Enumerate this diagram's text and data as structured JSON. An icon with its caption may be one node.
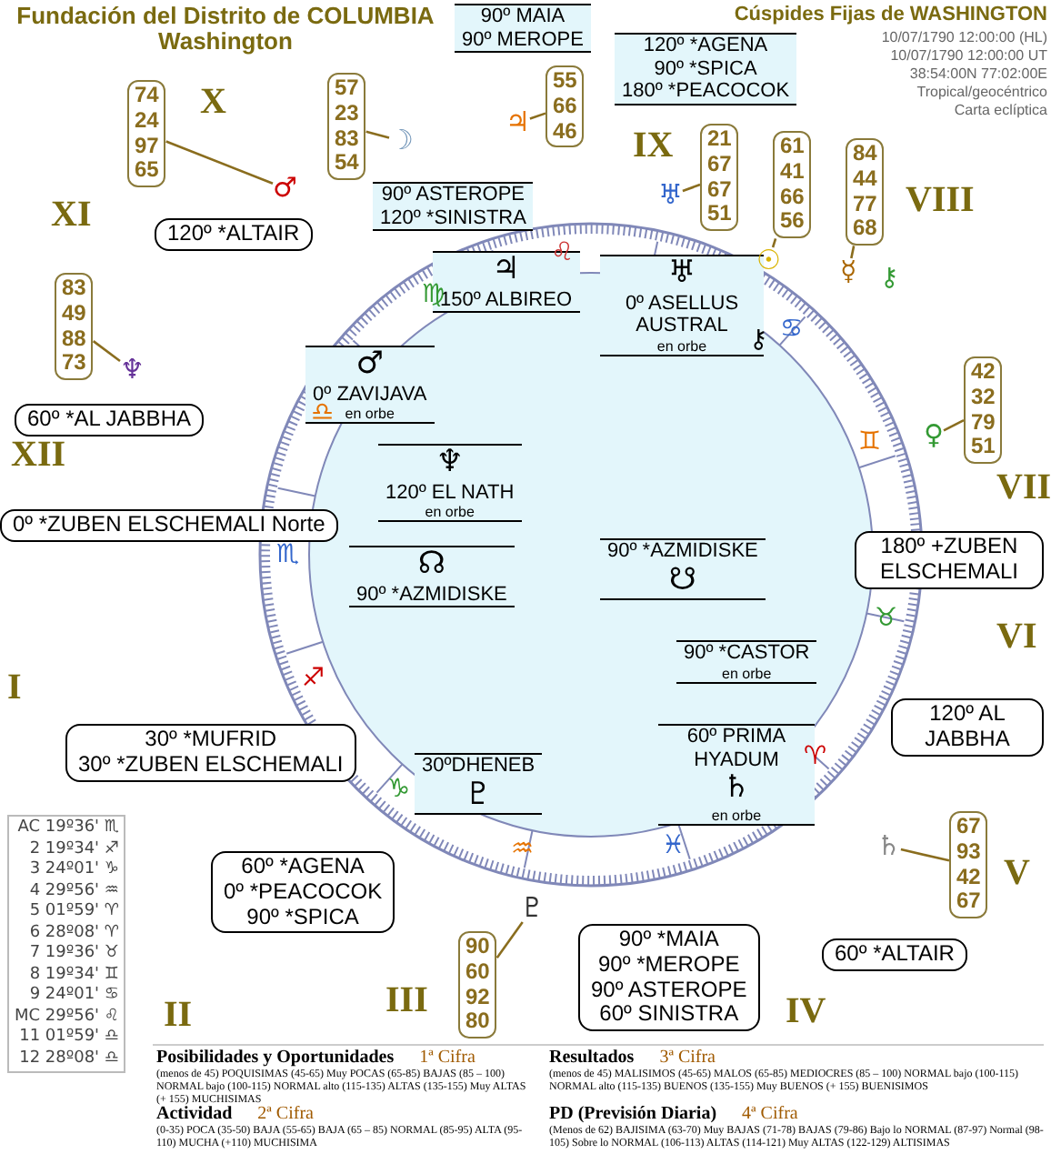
{
  "diagram": {
    "title": "Fundación del Distrito de COLUMBIA Washington",
    "nodes": [
      {
        "text": [
          "74 24 97 65"
        ]
      },
      {
        "text": [
          "57 23 83 54"
        ]
      },
      {
        "text": [
          "55 66 46"
        ]
      },
      {
        "text": [
          "21 67 67 51"
        ]
      },
      {
        "text": [
          "61 41 66 56"
        ]
      },
      {
        "text": [
          "84 44 77 68"
        ]
      },
      {
        "text": [
          "83 49 88 73"
        ]
      },
      {
        "text": [
          "42 32 79 51"
        ]
      },
      {
        "text": [
          "67 93 42 67"
        ]
      },
      {
        "text": [
          "90 60 92 80"
        ]
      },
      {
        "text": [
          "120º *ALTAIR"
        ]
      },
      {
        "text": [
          "60º *AL JABBHA"
        ]
      },
      {
        "text": [
          "0º *ZUBEN ELSCHEMALI Norte"
        ]
      },
      {
        "text": [
          "30º *MUFRID",
          "30º *ZUBEN ELSCHEMALI"
        ]
      },
      {
        "text": [
          "60º *AGENA",
          "0º *PEACOCOK",
          "90º *SPICA"
        ]
      },
      {
        "text": [
          "90º *MAIA",
          "90º *MEROPE",
          "90º ASTEROPE",
          "60º SINISTRA"
        ]
      },
      {
        "text": [
          "60º *ALTAIR"
        ]
      },
      {
        "text": [
          "120º AL JABBHA"
        ]
      },
      {
        "text": [
          "180º +ZUBEN ELSCHEMALI"
        ]
      },
      {
        "text": [
          "90º MAIA",
          "90º MEROPE"
        ]
      },
      {
        "text": [
          "90º ASTEROPE",
          "120º *SINISTRA"
        ]
      },
      {
        "text": [
          "120º *AGENA",
          "90º *SPICA",
          "180º *PEACOCOK"
        ]
      },
      {
        "text": [
          "♃",
          "150º ALBIREO"
        ]
      },
      {
        "text": [
          "♅",
          "0º ASELLUS AUSTRAL",
          "en orbe"
        ]
      },
      {
        "text": [
          "♂",
          "0º ZAVIJAVA",
          "en orbe"
        ]
      },
      {
        "text": [
          "♆",
          "120º EL NATH",
          "en orbe"
        ]
      },
      {
        "text": [
          "☊",
          "90º *AZMIDISKE"
        ]
      },
      {
        "text": [
          "90º *AZMIDISKE",
          "☋"
        ]
      },
      {
        "text": [
          "90º *CASTOR",
          "en orbe"
        ]
      },
      {
        "text": [
          "60º PRIMA HYADUM",
          "♄",
          "en orbe"
        ]
      },
      {
        "text": [
          "30ºDHENEB",
          "♇"
        ]
      },
      {
        "text": [
          "♂"
        ]
      },
      {
        "text": [
          "☽"
        ]
      },
      {
        "text": [
          "♃"
        ]
      },
      {
        "text": [
          "♅"
        ]
      },
      {
        "text": [
          "☉"
        ]
      },
      {
        "text": [
          "☿"
        ]
      },
      {
        "text": [
          "♆"
        ]
      },
      {
        "text": [
          "♀"
        ]
      },
      {
        "text": [
          "♄"
        ]
      },
      {
        "text": [
          "♇"
        ]
      }
    ],
    "edges": [
      {
        "from": 0,
        "to": 31,
        "arrow": "none"
      },
      {
        "from": 1,
        "to": 32,
        "arrow": "none"
      },
      {
        "from": 2,
        "to": 33,
        "arrow": "none"
      },
      {
        "from": 3,
        "to": 34,
        "arrow": "none"
      },
      {
        "from": 4,
        "to": 35,
        "arrow": "none"
      },
      {
        "from": 5,
        "to": 36,
        "arrow": "none"
      },
      {
        "from": 6,
        "to": 37,
        "arrow": "none"
      },
      {
        "from": 7,
        "to": 38,
        "arrow": "none"
      },
      {
        "from": 8,
        "to": 39,
        "arrow": "none"
      },
      {
        "from": 9,
        "to": 40,
        "arrow": "none"
      }
    ],
    "labels": [
      "Cúspides Fijas de WASHINGTON",
      "10/07/1790 12:00:00 (HL)",
      "10/07/1790 12:00:00 UT",
      "38:54:00N 77:02:00E",
      "Tropical/geocéntrico",
      "Carta eclíptica",
      "X",
      "IX",
      "XI",
      "VIII",
      "XII",
      "VII",
      "I",
      "VI",
      "II",
      "V",
      "III",
      "IV",
      "⚷",
      "⚷",
      "♍",
      "♌",
      "♋",
      "♊",
      "♎",
      "♏",
      "♐",
      "♑",
      "♒",
      "♓",
      "♈",
      "♉",
      "AC 19º36' ♏",
      "2 19º34' ♐",
      "3 24º01' ♑",
      "4 29º56' ♒",
      "5 01º59' ♈",
      "6 28º08' ♈",
      "7 19º36' ♉",
      "8 19º34' ♊",
      "9 24º01' ♋",
      "MC 29º56' ♌",
      "11 01º59' ♎",
      "12 28º08' ♎",
      "Posibilidades y Oportunidades",
      "1ª Cifra",
      "(menos de 45) POQUISIMAS (45-65) Muy POCAS (65-85) BAJAS (85 – 100) NORMAL bajo (100-115) NORMAL alto (115-135) ALTAS (135-155) Muy ALTAS (+ 155) MUCHISIMAS",
      "Actividad",
      "2ª Cifra",
      "(0-35) POCA (35-50) BAJA (55-65) BAJA (65 – 85) NORMAL (85-95) ALTA (95-110) MUCHA (+110) MUCHISIMA",
      "Resultados",
      "3ª Cifra",
      "(menos de 45) MALISIMOS (45-65) MALOS (65-85) MEDIOCRES (85 – 100) NORMAL bajo (100-115) NORMAL alto (115-135) BUENOS (135-155) Muy BUENOS (+ 155) BUENISIMOS",
      "PD (Previsión Diaria)",
      "4ª Cifra",
      "(Menos de 62) BAJISIMA (63-70) Muy BAJAS (71-78) BAJAS (79-86) Bajo lo NORMAL (87-97) Normal (98-105) Sobre lo NORMAL (106-113) ALTAS (114-121) Muy ALTAS (122-129) ALTISIMAS"
    ]
  }
}
